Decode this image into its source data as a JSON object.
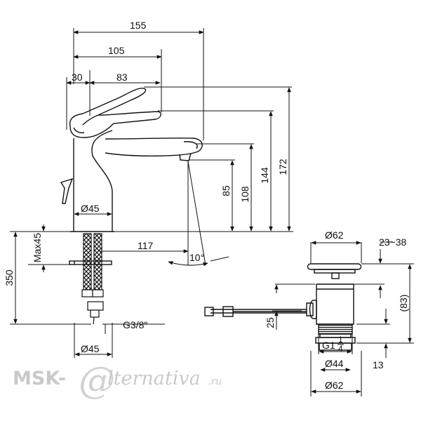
{
  "dimensions": {
    "overall_length": "155",
    "handle_reach": "105",
    "lever_length": "83",
    "lever_offset": "30",
    "height_total": "172",
    "height_spout_top": "144",
    "height_spout_mid": "108",
    "height_outlet": "85",
    "body_diameter": "Ø45",
    "base_diameter": "Ø45",
    "outlet_projection": "117",
    "spout_angle": "10°",
    "hose_length": "350",
    "deck_thickness": "Max45",
    "connection_thread": "G3/8\"",
    "waste_flange_diameter": "Ø62",
    "waste_depth": "23~38",
    "waste_height": "(83)",
    "waste_thread": "G1",
    "waste_thread_fraction_top": "1",
    "waste_thread_fraction_bottom": "4",
    "waste_tail_diameter": "Ø44",
    "waste_bottom_diameter": "Ø62",
    "waste_tail_length": "13",
    "waste_rod_offset": "25"
  },
  "watermark": {
    "prefix": "MSK-",
    "at": "@",
    "suffix": "lternativa",
    "tld": ".ru"
  }
}
